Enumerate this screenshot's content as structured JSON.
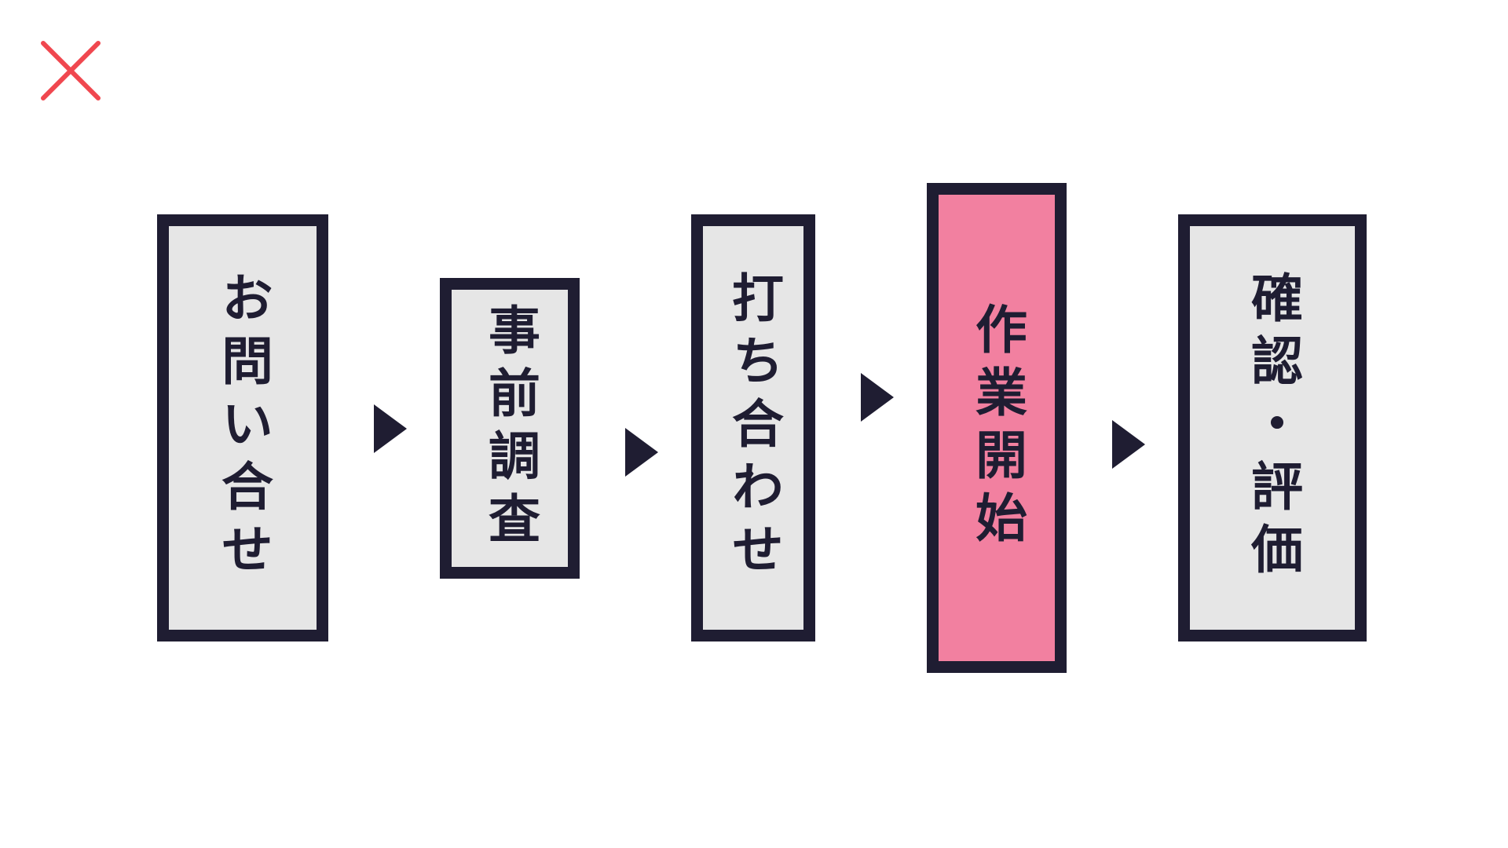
{
  "close_button": {
    "icon": "close-icon",
    "color": "#f0474f"
  },
  "flow": {
    "steps": [
      {
        "label": "お問い合せ",
        "active": false
      },
      {
        "label": "事前調査",
        "active": false
      },
      {
        "label": "打ち合わせ",
        "active": false
      },
      {
        "label": "作業開始",
        "active": true
      },
      {
        "label": "確認・評価",
        "active": false
      }
    ],
    "colors": {
      "border": "#1f1d32",
      "box_fill": "#e6e6e6",
      "active_fill": "#f280a0",
      "arrow": "#1f1d32"
    }
  }
}
